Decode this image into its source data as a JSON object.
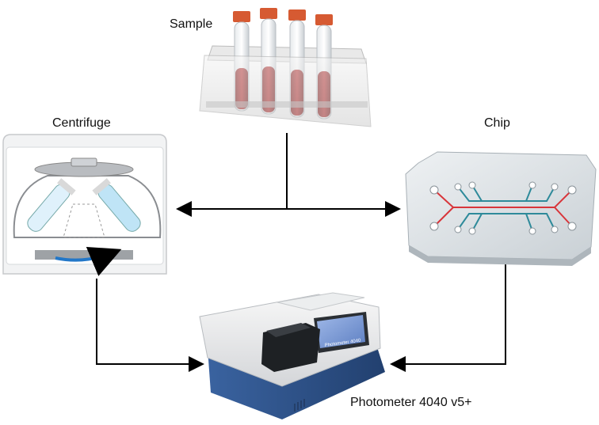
{
  "labels": {
    "sample": "Sample",
    "centrifuge": "Centrifuge",
    "chip": "Chip",
    "photometer": "Photometer 4040 v5+"
  },
  "device": {
    "screen_brand": "Photometer 4040"
  },
  "colors": {
    "blood": "#9c1a1a",
    "cap": "#d65a32",
    "arrow": "#000000",
    "chip_red": "#d8353a",
    "chip_teal": "#2e8a9a",
    "photometer_blue": "#2c4f86",
    "centrifuge_arrow": "#2277c8"
  },
  "edges": [
    {
      "from": "sample",
      "to": "centrifuge"
    },
    {
      "from": "sample",
      "to": "chip"
    },
    {
      "from": "centrifuge",
      "to": "photometer"
    },
    {
      "from": "chip",
      "to": "photometer"
    }
  ]
}
